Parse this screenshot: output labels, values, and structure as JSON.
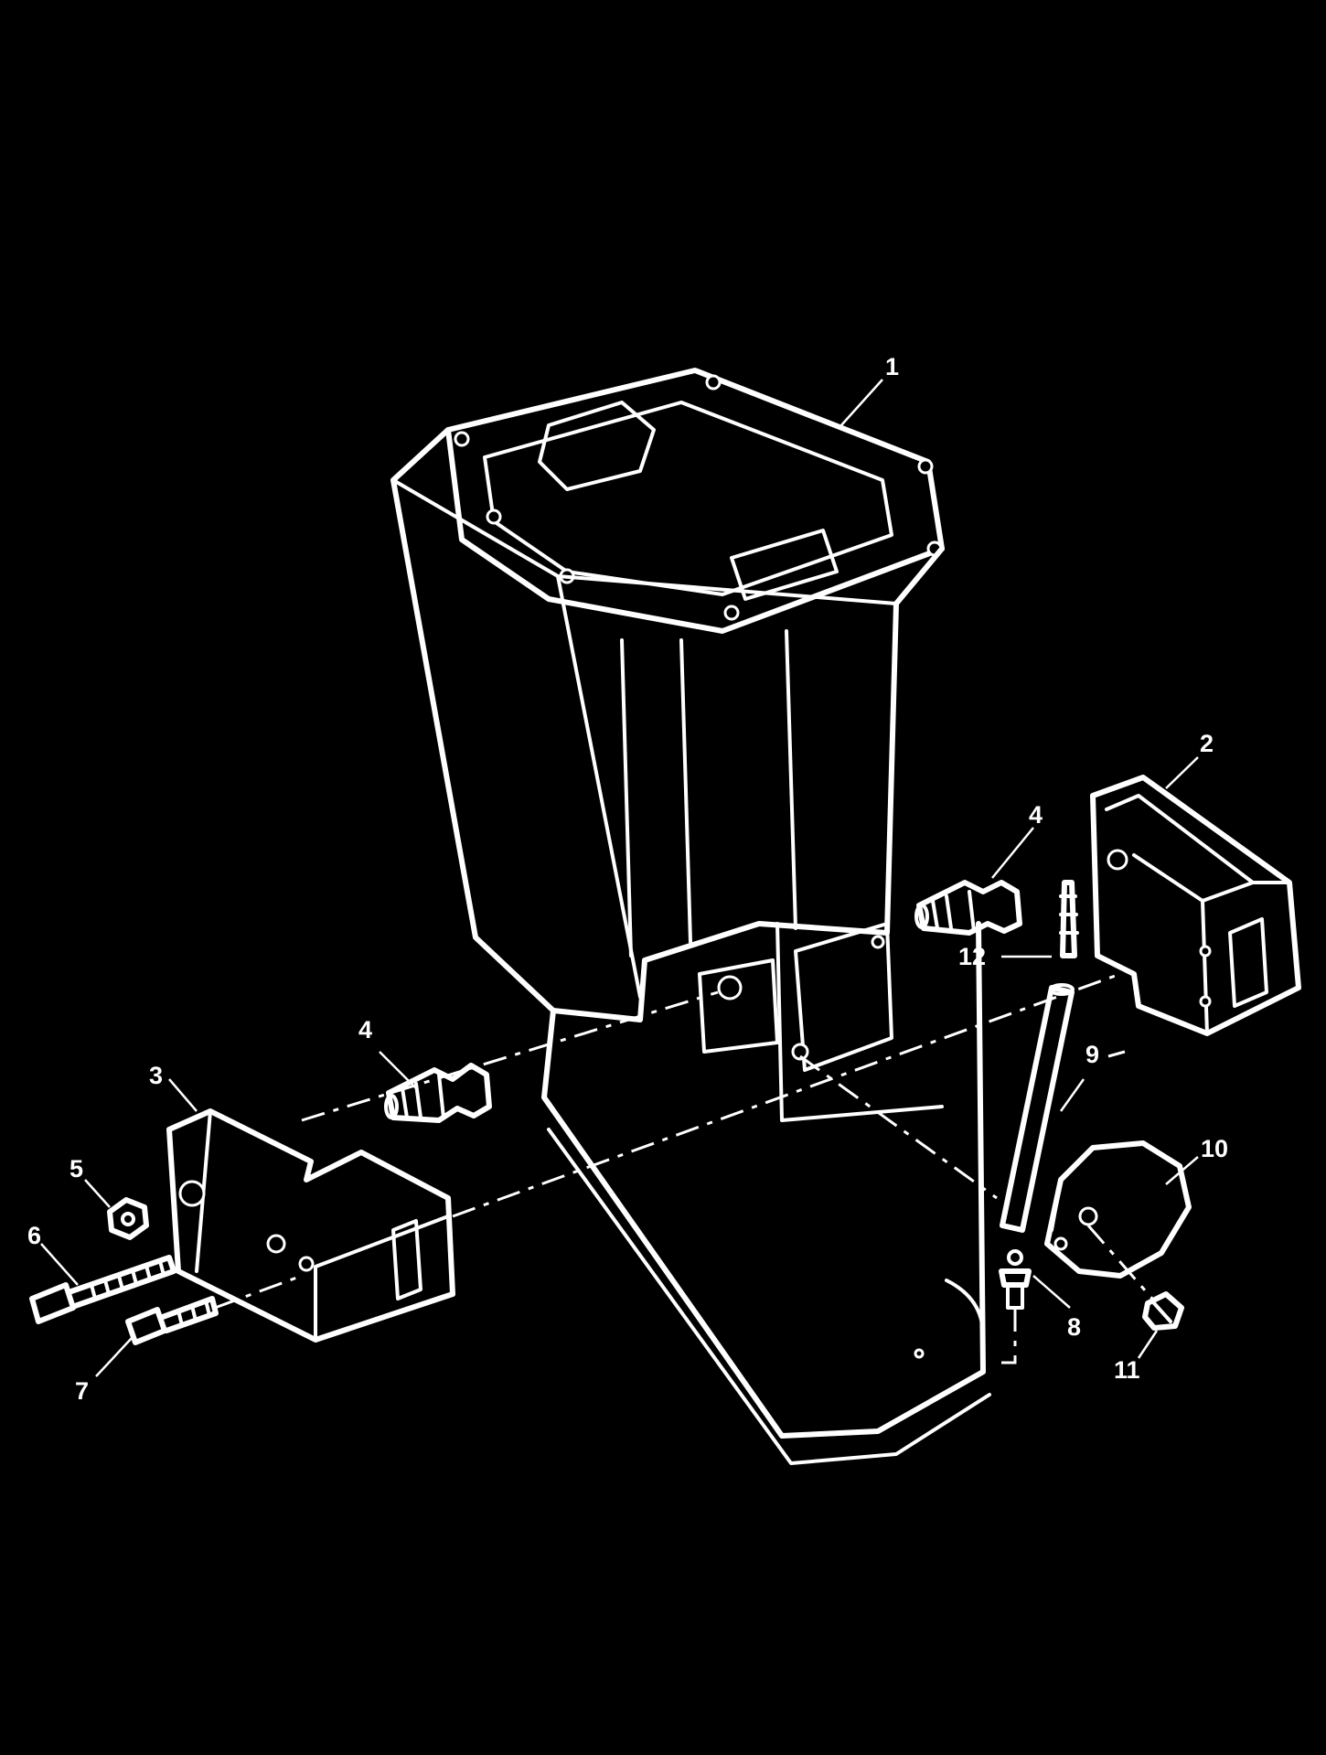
{
  "callouts": [
    {
      "label": "1"
    },
    {
      "label": "2"
    },
    {
      "label": "3"
    },
    {
      "label": "4"
    },
    {
      "label": "4"
    },
    {
      "label": "5"
    },
    {
      "label": "6"
    },
    {
      "label": "7"
    },
    {
      "label": "8"
    },
    {
      "label": "9"
    },
    {
      "label": "10"
    },
    {
      "label": "11"
    },
    {
      "label": "12"
    }
  ]
}
